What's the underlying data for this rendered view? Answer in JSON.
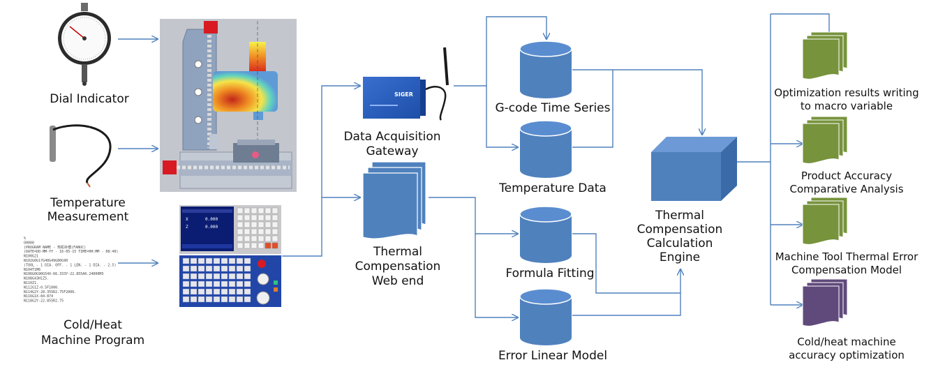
{
  "sources": {
    "dial_indicator": "Dial Indicator",
    "temperature": "Temperature Measurement",
    "program": "Cold/Heat Machine Program"
  },
  "program_listing": [
    "%",
    "O0000",
    "(PROGRAM NAME - 热机补偿(FANUC)",
    "(DATE=DD-MM-YY - 16-05-15 TIME=HH:MM - 08:40)",
    "N100G21",
    "N102G0G17G40G49G80G90",
    "(TOOL - 1 DIA. OFF. - 1 LEN. - 1 DIA. - 2.5)",
    "N104T1M6",
    "N106G0G90G54X-66.333Y-22.855A0.24000M3",
    "N108G43H1Z5.",
    "N110Z1.",
    "N112G1Z-0.5F1000.",
    "N114G2Y-28.355R2.75F2000.",
    "N116G1X-84.874",
    "N118G2Y-22.855R2.75"
  ],
  "gateway": {
    "label": "Data Acquisition Gateway",
    "brand": "SIGER"
  },
  "web_end": {
    "label": "Thermal Compensation Web end"
  },
  "databases": {
    "gcode": "G-code Time Series",
    "temperature": "Temperature Data",
    "formula": "Formula Fitting",
    "error": "Error Linear Model"
  },
  "engine": {
    "label": "Thermal Compensation Calculation Engine"
  },
  "outputs": [
    {
      "label": "Optimization results writing to macro variable",
      "color": "#77933c"
    },
    {
      "label": "Product Accuracy Comparative Analysis",
      "color": "#77933c"
    },
    {
      "label": "Machine Tool Thermal Error Compensation Model",
      "color": "#77933c"
    },
    {
      "label": "Cold/heat machine accuracy optimization",
      "color": "#604a7b"
    }
  ],
  "cnc_screen": {
    "x": "X",
    "x_value": "0.000",
    "z": "Z",
    "z_value": "0.000"
  },
  "colors": {
    "arrow": "#4f81bd",
    "cylinder": "#4f81bd",
    "cylinder_top": "#6d9bd6",
    "doc": "#4f81bd"
  }
}
